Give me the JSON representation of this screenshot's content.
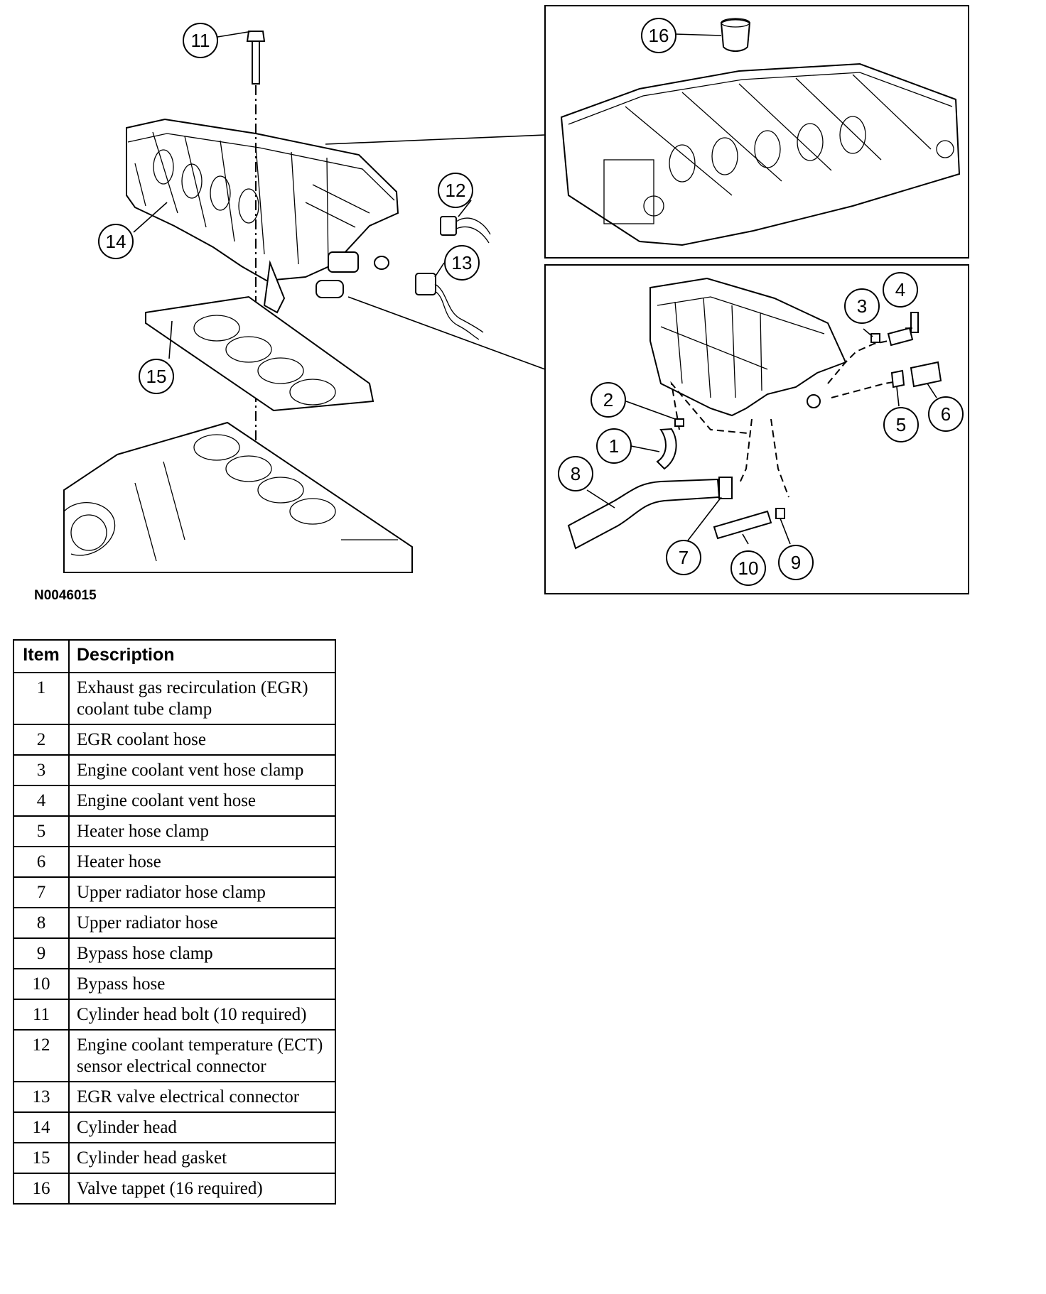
{
  "figure_id": "N0046015",
  "callouts": {
    "c1": "1",
    "c2": "2",
    "c3": "3",
    "c4": "4",
    "c5": "5",
    "c6": "6",
    "c7": "7",
    "c8": "8",
    "c9": "9",
    "c10": "10",
    "c11": "11",
    "c12": "12",
    "c13": "13",
    "c14": "14",
    "c15": "15",
    "c16": "16"
  },
  "table": {
    "headers": {
      "item": "Item",
      "description": "Description"
    },
    "rows": [
      {
        "item": "1",
        "description": "Exhaust gas recirculation (EGR) coolant tube clamp"
      },
      {
        "item": "2",
        "description": "EGR coolant hose"
      },
      {
        "item": "3",
        "description": "Engine coolant vent hose clamp"
      },
      {
        "item": "4",
        "description": "Engine coolant vent hose"
      },
      {
        "item": "5",
        "description": "Heater hose clamp"
      },
      {
        "item": "6",
        "description": "Heater hose"
      },
      {
        "item": "7",
        "description": "Upper radiator hose clamp"
      },
      {
        "item": "8",
        "description": "Upper radiator hose"
      },
      {
        "item": "9",
        "description": "Bypass hose clamp"
      },
      {
        "item": "10",
        "description": "Bypass hose"
      },
      {
        "item": "11",
        "description": "Cylinder head bolt (10 required)"
      },
      {
        "item": "12",
        "description": "Engine coolant temperature (ECT) sensor electrical connector"
      },
      {
        "item": "13",
        "description": "EGR valve electrical connector"
      },
      {
        "item": "14",
        "description": "Cylinder head"
      },
      {
        "item": "15",
        "description": "Cylinder head gasket"
      },
      {
        "item": "16",
        "description": "Valve tappet (16 required)"
      }
    ]
  }
}
